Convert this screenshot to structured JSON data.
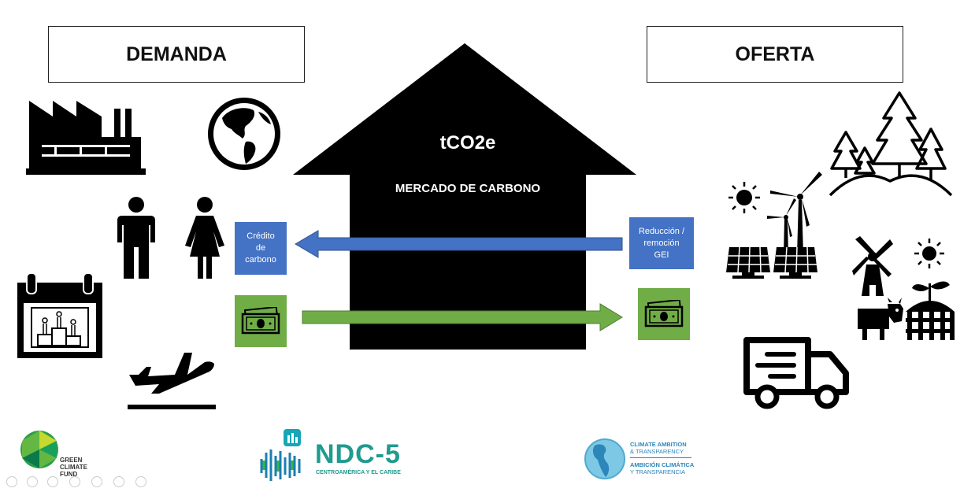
{
  "demand": {
    "title": "DEMANDA"
  },
  "offer": {
    "title": "OFERTA"
  },
  "house": {
    "line1": "tCO2e",
    "line2": "MERCADO DE CARBONO"
  },
  "credit_box": {
    "label": "Crédito\nde\ncarbono"
  },
  "reduction_box": {
    "label": "Reducción /\nremoción\nGEI"
  },
  "logos": {
    "gcf": "GREEN\nCLIMATE\nFUND",
    "ndc_title": "NDC-5",
    "ndc_sub": "CENTROAMÉRICA Y EL CARIBE",
    "cat_line1": "CLIMATE AMBITION",
    "cat_line2": "& TRANSPARENCY",
    "cat_line3": "AMBICIÓN CLIMÁTICA",
    "cat_line4": "Y TRANSPARENCIA"
  },
  "colors": {
    "blue": "#4472c4",
    "green": "#70ad47",
    "black": "#000000"
  },
  "icons": [
    "factory-icon",
    "globe-icon",
    "man-icon",
    "woman-icon",
    "calendar-podium-icon",
    "airplane-takeoff-icon",
    "money-icon",
    "forest-icon",
    "solar-sun-icon",
    "wind-turbine-icon",
    "solar-panel-icon",
    "windmill-icon",
    "cow-icon",
    "plant-icon",
    "fence-icon",
    "truck-icon"
  ]
}
